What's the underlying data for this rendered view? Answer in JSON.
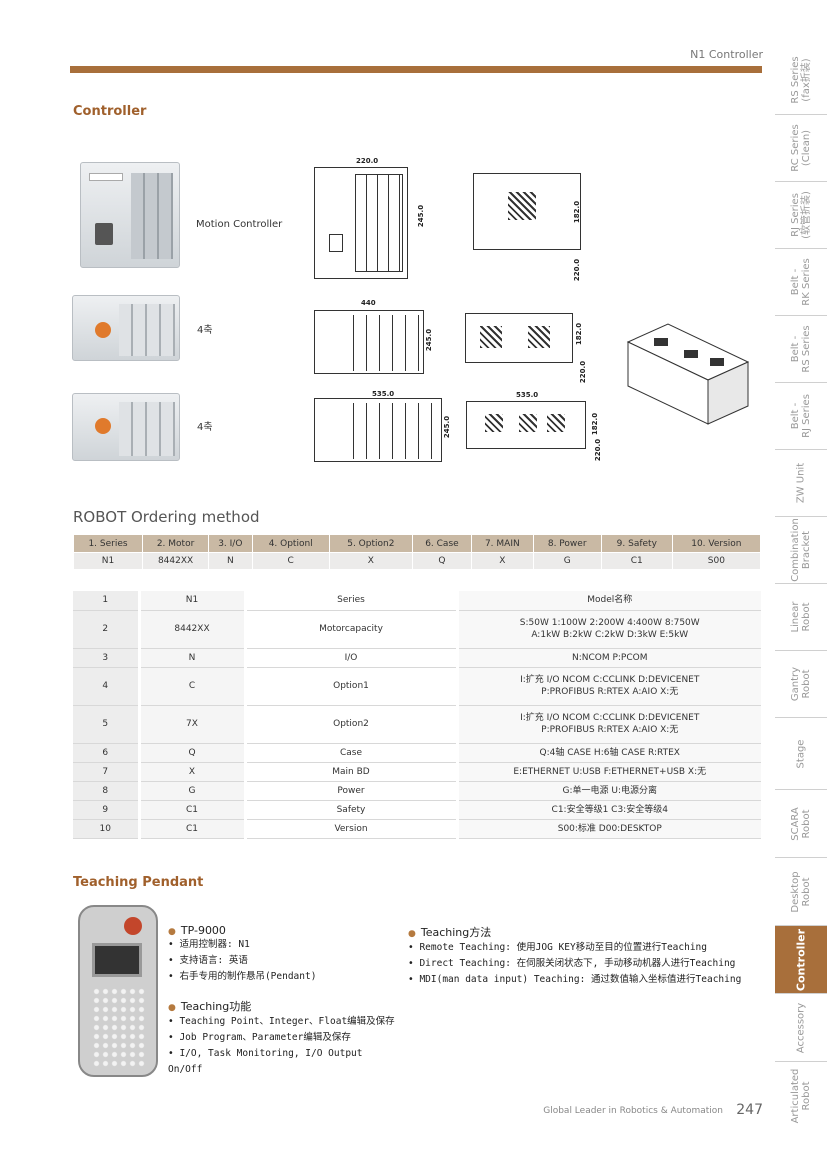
{
  "header": {
    "title": "N1 Controller"
  },
  "section_controller": {
    "title": "Controller"
  },
  "controller_items": [
    {
      "label": "Motion Controller"
    },
    {
      "label": "4축"
    },
    {
      "label": "4축"
    }
  ],
  "dimensions": {
    "d1_w": "220.0",
    "d1_h": "245.0",
    "d1_side": "182.0",
    "d1_side2": "220.0",
    "d2_w": "440",
    "d2_h": "245.0",
    "d2_side": "182.0",
    "d2_side2": "220.0",
    "d3_w": "535.0",
    "d3_h": "245.0",
    "d3_top": "535.0",
    "d3_side": "182.0",
    "d3_side2": "220.0"
  },
  "ordering": {
    "title": "ROBOT Ordering method",
    "headers": [
      "1. Series",
      "2. Motor",
      "3. I/O",
      "4. Optionl",
      "5. Option2",
      "6. Case",
      "7. MAIN",
      "8. Power",
      "9. Safety",
      "10. Version"
    ],
    "values": [
      "N1",
      "8442XX",
      "N",
      "C",
      "X",
      "Q",
      "X",
      "G",
      "C1",
      "S00"
    ]
  },
  "spec_rows": [
    {
      "no": "1",
      "code": "N1",
      "item": "Series",
      "desc1": "Model名称",
      "desc2": ""
    },
    {
      "no": "2",
      "code": "8442XX",
      "item": "Motorcapacity",
      "desc1": "S:50W  1:100W  2:200W  4:400W  8:750W",
      "desc2": "A:1kW  B:2kW  C:2kW  D:3kW  E:5kW"
    },
    {
      "no": "3",
      "code": "N",
      "item": "I/O",
      "desc1": "N:NCOM  P:PCOM",
      "desc2": ""
    },
    {
      "no": "4",
      "code": "C",
      "item": "Option1",
      "desc1": "I:扩充 I/O NCOM      C:CCLINK      D:DEVICENET",
      "desc2": "P:PROFIBUS      R:RTEX      A:AIO      X:无"
    },
    {
      "no": "5",
      "code": "7X",
      "item": "Option2",
      "desc1": "I:扩充 I/O NCOM      C:CCLINK      D:DEVICENET",
      "desc2": "P:PROFIBUS      R:RTEX      A:AIO      X:无"
    },
    {
      "no": "6",
      "code": "Q",
      "item": "Case",
      "desc1": "Q:4轴  CASE    H:6轴  CASE    R:RTEX",
      "desc2": ""
    },
    {
      "no": "7",
      "code": "X",
      "item": "Main BD",
      "desc1": "E:ETHERNET    U:USB    F:ETHERNET+USB    X:无",
      "desc2": ""
    },
    {
      "no": "8",
      "code": "G",
      "item": "Power",
      "desc1": "G:单一电源    U:电源分离",
      "desc2": ""
    },
    {
      "no": "9",
      "code": "C1",
      "item": "Safety",
      "desc1": "C1:安全等级1    C3:安全等级4",
      "desc2": ""
    },
    {
      "no": "10",
      "code": "C1",
      "item": "Version",
      "desc1": "S00:标准    D00:DESKTOP",
      "desc2": ""
    }
  ],
  "teaching": {
    "title": "Teaching Pendant",
    "col1": {
      "head": "TP-9000",
      "items": [
        "适用控制器: N1",
        "支持语言: 英语",
        "右手专用的制作悬吊(Pendant)"
      ],
      "head2": "Teaching功能",
      "items2": [
        "Teaching Point、Integer、Float编辑及保存",
        "Job Program、Parameter编辑及保存",
        "I/O, Task Monitoring, I/O Output On/Off"
      ]
    },
    "col2": {
      "head": "Teaching方法",
      "items": [
        "Remote Teaching: 使用JOG KEY移动至目的位置进行Teaching",
        "Direct Teaching: 在伺服关闭状态下, 手动移动机器人进行Teaching",
        "MDI(man data input) Teaching: 通过数值输入坐标值进行Teaching"
      ]
    }
  },
  "side_tabs": [
    {
      "label": "RS Series\n(fax折装)"
    },
    {
      "label": "RC Series\n(Clean)"
    },
    {
      "label": "RJ Series\n(软管折装)"
    },
    {
      "label": "Belt -\nRK Series"
    },
    {
      "label": "Belt -\nRS Series"
    },
    {
      "label": "Belt -\nRJ Series"
    },
    {
      "label": "ZW Unit"
    },
    {
      "label": "Combination\nBracket"
    },
    {
      "label": "Linear\nRobot"
    },
    {
      "label": "Gantry\nRobot"
    },
    {
      "label": "Stage"
    },
    {
      "label": "SCARA\nRobot"
    },
    {
      "label": "Desktop\nRobot"
    },
    {
      "label": "Controller"
    },
    {
      "label": "Accessory"
    },
    {
      "label": "Articulated\nRobot"
    }
  ],
  "footer": {
    "text": "Global Leader in Robotics & Automation",
    "page": "247"
  },
  "colors": {
    "accent": "#a86f3b",
    "table_header": "#c9b9a4"
  }
}
